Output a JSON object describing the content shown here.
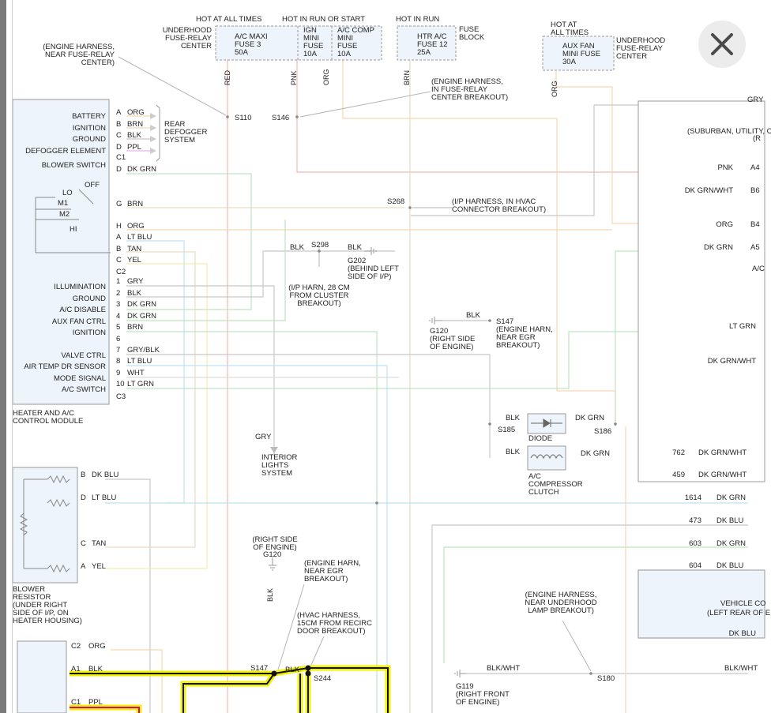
{
  "close_label": "×",
  "colors": {
    "highlight_yellow": "#f2f200",
    "highlight_magenta": "#e6007e",
    "wire_red": "#f2b6b6",
    "wire_orange": "#f6d7b0",
    "wire_green": "#bfe3bf",
    "wire_blue": "#bfe2f3",
    "wire_tan": "#e9dcc0",
    "wire_yellow": "#f5ecad",
    "wire_gray": "#c8c8c8",
    "box_fill": "#eef4fb"
  },
  "header": {
    "hot_at_all_times": "HOT AT ALL TIMES",
    "hot_in_run_or_start": "HOT IN RUN OR START",
    "hot_in_run": "HOT IN RUN",
    "hot_at": "HOT AT",
    "all_times": "ALL TIMES",
    "underhood": "UNDERHOOD",
    "fuse_relay": "FUSE-RELAY",
    "center": "CENTER",
    "fuse": "FUSE",
    "block": "BLOCK"
  },
  "fuses": {
    "ac_maxi": [
      "A/C MAXI",
      "FUSE 3",
      "50A"
    ],
    "ign_mini": [
      "IGN",
      "MINI",
      "FUSE",
      "10A"
    ],
    "ac_comp_mini": [
      "A/C COMP",
      "MINI",
      "FUSE",
      "10A"
    ],
    "htr_ac": [
      "HTR A/C",
      "FUSE 12",
      "25A"
    ],
    "aux_fan": [
      "AUX FAN",
      "MINI FUSE",
      "30A"
    ]
  },
  "wire_colors": {
    "red": "RED",
    "pnk": "PNK",
    "org": "ORG",
    "brn": "BRN",
    "blk": "BLK",
    "gry": "GRY",
    "ppl": "PPL",
    "dk_grn": "DK GRN",
    "lt_blu": "LT BLU",
    "tan": "TAN",
    "yel": "YEL",
    "wht": "WHT",
    "lt_grn": "LT GRN",
    "gry_blk": "GRY/BLK",
    "dk_blu": "DK BLU",
    "dk_grn_wht": "DK GRN/WHT",
    "blk_wht": "BLK/WHT"
  },
  "splices": {
    "s110": "S110",
    "s146": "S146",
    "s268": "S268",
    "s298": "S298",
    "s147": "S147",
    "s185": "S185",
    "s186": "S186",
    "s244": "S244",
    "s180": "S180"
  },
  "grounds": {
    "g202": "G202",
    "g120": "G120",
    "g119": "G119"
  },
  "notes": {
    "engine_harness_near_fuse_relay": [
      "(ENGINE HARNESS,",
      "NEAR FUSE-RELAY",
      "CENTER)"
    ],
    "engine_harness_in_fuse_relay": [
      "(ENGINE HARNESS,",
      "IN FUSE-RELAY",
      "CENTER BREAKOUT)"
    ],
    "ip_harness_in_hvac": [
      "(I/P HARNESS, IN HVAC",
      "CONNECTOR BREAKOUT)"
    ],
    "behind_left_side": [
      "(BEHIND LEFT",
      "SIDE OF I/P)"
    ],
    "ip_harn_28cm": [
      "(I/P HARN, 28 CM",
      "FROM CLUSTER",
      "BREAKOUT)"
    ],
    "right_side_of_engine_g120": [
      "(RIGHT SIDE",
      "OF ENGINE)"
    ],
    "engine_harn_near_egr_s147": [
      "(ENGINE HARN,",
      "NEAR EGR",
      "BREAKOUT)"
    ],
    "right_side_of_engine_lower": [
      "(RIGHT SIDE",
      "OF ENGINE)"
    ],
    "engine_harn_near_egr_lower": [
      "(ENGINE HARN,",
      "NEAR EGR",
      "BREAKOUT)"
    ],
    "hvac_harness_15cm": [
      "(HVAC HARNESS,",
      "15CM FROM RECIRC",
      "DOOR BREAKOUT)"
    ],
    "engine_harness_near_underhood_lamp": [
      "(ENGINE HARNESS,",
      "NEAR UNDERHOOD",
      "LAMP BREAKOUT)"
    ],
    "right_front_of_engine": [
      "(RIGHT FRONT",
      "OF ENGINE)"
    ],
    "suburban_utility": "(SUBURBAN, UTILITY, C",
    "right_edge_partial": "(R"
  },
  "components": {
    "rear_defogger": [
      "REAR",
      "DEFOGGER",
      "SYSTEM"
    ],
    "heater_ac_module": [
      "HEATER AND A/C",
      "CONTROL MODULE"
    ],
    "interior_lights": [
      "INTERIOR",
      "LIGHTS",
      "SYSTEM"
    ],
    "diode": "DIODE",
    "ac_compressor_clutch": [
      "A/C",
      "COMPRESSOR",
      "CLUTCH"
    ],
    "blower_resistor": [
      "BLOWER",
      "RESISTOR",
      "(UNDER RIGHT",
      "SIDE OF I/P, ON",
      "HEATER HOUSING)"
    ],
    "vehicle_control": [
      "VEHICLE CO",
      "(LEFT REAR OF E"
    ]
  },
  "module": {
    "functions": [
      "BATTERY",
      "IGNITION",
      "GROUND",
      "DEFOGGER ELEMENT",
      "BLOWER SWITCH"
    ],
    "defogger_pins": [
      {
        "pin": "A",
        "color": "ORG"
      },
      {
        "pin": "B",
        "color": "BRN"
      },
      {
        "pin": "C",
        "color": "BLK"
      },
      {
        "pin": "D",
        "color": "PPL"
      }
    ],
    "c1": "C1",
    "c2": "C2",
    "c3": "C3",
    "blower_switch_positions": {
      "off": "OFF",
      "lo": "LO",
      "m1": "M1",
      "m2": "M2",
      "hi": "HI"
    },
    "blower_pins": [
      {
        "pin": "D",
        "color": "DK GRN"
      },
      {
        "pin": "G",
        "color": "BRN"
      },
      {
        "pin": "H",
        "color": "ORG"
      },
      {
        "pin": "A",
        "color": "LT BLU"
      },
      {
        "pin": "B",
        "color": "TAN"
      },
      {
        "pin": "C",
        "color": "YEL"
      }
    ],
    "c3_functions": [
      "ILLUMINATION",
      "GROUND",
      "A/C DISABLE",
      "AUX FAN CTRL",
      "IGNITION",
      "VALVE CTRL",
      "AIR TEMP DR SENSOR",
      "MODE SIGNAL",
      "A/C SWITCH"
    ],
    "c3_pins": [
      {
        "pin": "1",
        "color": "GRY"
      },
      {
        "pin": "2",
        "color": "BLK"
      },
      {
        "pin": "3",
        "color": "DK GRN"
      },
      {
        "pin": "4",
        "color": "DK GRN"
      },
      {
        "pin": "5",
        "color": "BRN"
      },
      {
        "pin": "6",
        "color": ""
      },
      {
        "pin": "7",
        "color": "GRY/BLK"
      },
      {
        "pin": "8",
        "color": "LT BLU"
      },
      {
        "pin": "9",
        "color": "WHT"
      },
      {
        "pin": "10",
        "color": "LT GRN"
      }
    ]
  },
  "resistor_pins": [
    {
      "pin": "B",
      "color": "DK BLU"
    },
    {
      "pin": "D",
      "color": "LT BLU"
    },
    {
      "pin": "C",
      "color": "TAN"
    },
    {
      "pin": "A",
      "color": "YEL"
    }
  ],
  "lower_left_pins": [
    {
      "pin": "C2",
      "color": "ORG"
    },
    {
      "pin": "A1",
      "color": "BLK"
    },
    {
      "pin": "C1",
      "color": "PPL"
    }
  ],
  "right_connector": [
    {
      "circuit": "",
      "color": "GRY",
      "pin": ""
    },
    {
      "circuit": "",
      "color": "PNK",
      "pin": "A4"
    },
    {
      "circuit": "",
      "color": "DK GRN/WHT",
      "pin": "B6"
    },
    {
      "circuit": "",
      "color": "ORG",
      "pin": "B4"
    },
    {
      "circuit": "",
      "color": "DK GRN",
      "pin": "A5"
    },
    {
      "circuit": "",
      "color": "",
      "pin": "A/C"
    },
    {
      "circuit": "",
      "color": "LT GRN",
      "pin": ""
    },
    {
      "circuit": "",
      "color": "DK GRN/WHT",
      "pin": ""
    }
  ],
  "right_circuits": [
    {
      "circuit": "762",
      "color": "DK GRN/WHT"
    },
    {
      "circuit": "459",
      "color": "DK GRN/WHT"
    },
    {
      "circuit": "1614",
      "color": "DK GRN"
    },
    {
      "circuit": "473",
      "color": "DK BLU"
    },
    {
      "circuit": "603",
      "color": "DK GRN"
    },
    {
      "circuit": "604",
      "color": "DK BLU"
    }
  ]
}
